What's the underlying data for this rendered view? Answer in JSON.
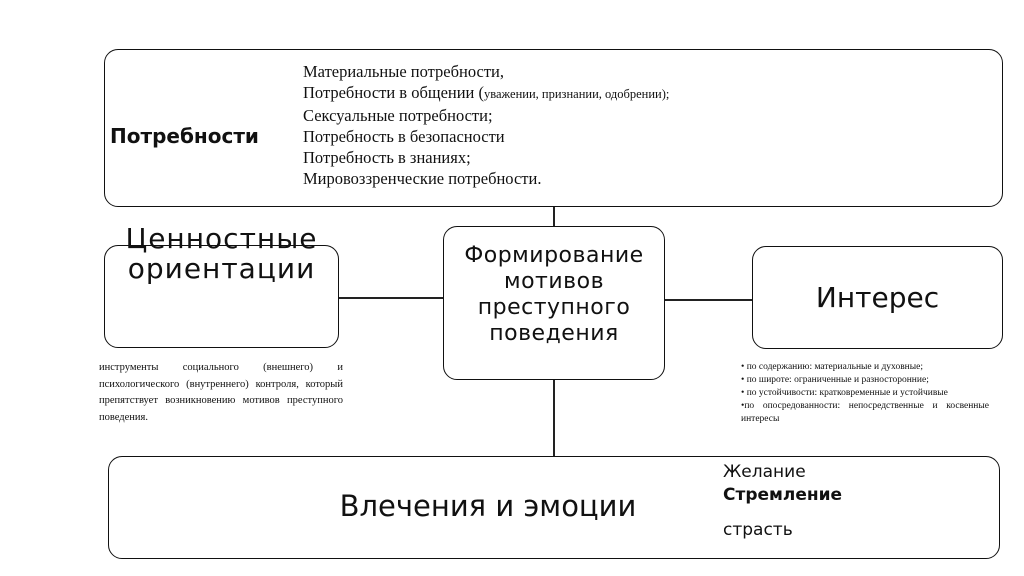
{
  "needs": {
    "title": "Потребности",
    "items": [
      {
        "text": "Материальные потребности,",
        "note": ""
      },
      {
        "text": "Потребности в общении (",
        "note": "уважении, признании, одобрении);"
      },
      {
        "text": "Сексуальные потребности;",
        "note": ""
      },
      {
        "text": "Потребность в безопасности",
        "note": ""
      },
      {
        "text": "Потребность в знаниях;",
        "note": ""
      },
      {
        "text": "Мировоззренческие потребности.",
        "note": ""
      }
    ]
  },
  "values": {
    "title": "Ценностные ориентации",
    "note": "инструменты социального (внешнего) и психологического (внутреннего) контроля, который препятствует возникновению мотивов преступного поведения."
  },
  "center": {
    "title": "Формирование мотивов преступного поведения"
  },
  "interest": {
    "title": "Интерес",
    "items": [
      "• по содержанию: материальные и духовные;",
      "• по широте: ограниченные и разносторонние;",
      "• по устойчивости: кратковременные и устойчивые",
      "•по опосредованности: непосредственные и косвенные интересы"
    ]
  },
  "drives": {
    "title": "Влечения и эмоции",
    "words": [
      "Желание",
      "Стремление",
      "страсть"
    ]
  }
}
